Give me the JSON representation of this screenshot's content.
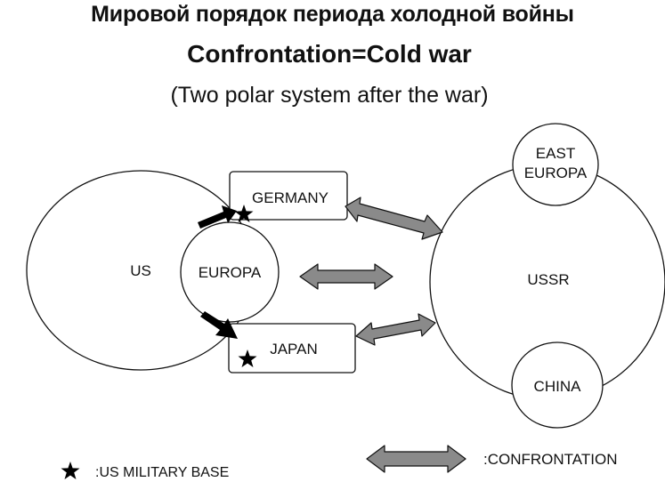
{
  "title_ru": "Мировой порядок периода холодной войны",
  "title_en": "Confrontation=Cold war",
  "subtitle": "(Two polar system after the war)",
  "nodes": {
    "us": "US",
    "europa": "EUROPA",
    "germany": "GERMANY",
    "japan": "JAPAN",
    "ussr": "USSR",
    "east_europa_line1": "EAST",
    "east_europa_line2": "EUROPA",
    "china": "CHINA"
  },
  "legend": {
    "military_base": ":US MILITARY BASE",
    "confrontation": ":CONFRONTATION"
  },
  "colors": {
    "confrontation_arrow": "#8a8a8a",
    "outline": "#111111",
    "us_arrow": "#000000"
  }
}
